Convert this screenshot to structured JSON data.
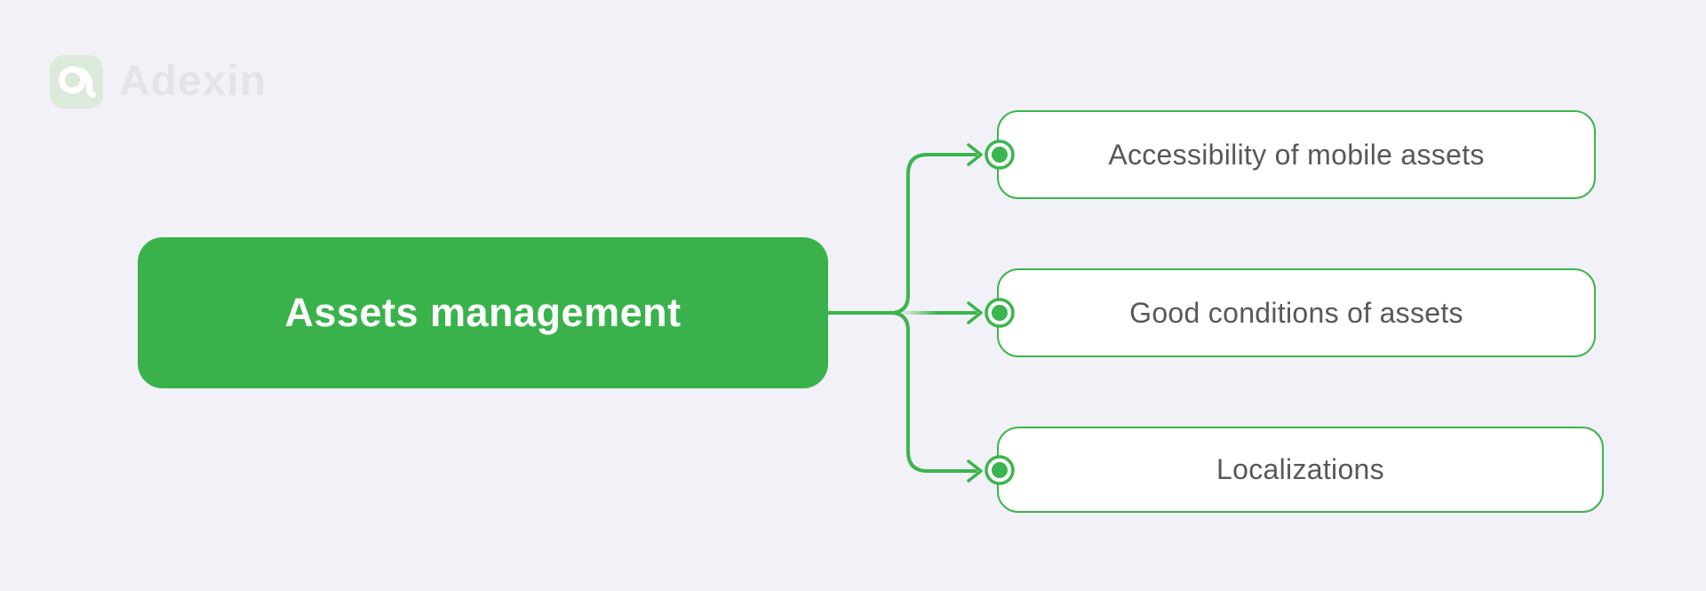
{
  "brand": {
    "logo_label": "Adexin"
  },
  "diagram": {
    "root": {
      "label": "Assets management"
    },
    "children": [
      {
        "label": "Accessibility of mobile assets"
      },
      {
        "label": "Good conditions of assets"
      },
      {
        "label": "Localizations"
      }
    ]
  },
  "icons": {
    "logo": "adexin-a-mark",
    "arrows": "arrow-right-icon",
    "bullets": "radio-bullet-icon"
  },
  "colors": {
    "background": "#F1F1F7",
    "green": "#3BB54D",
    "root_fill": "#3AB24C",
    "root_text": "#FFFFFF",
    "child_text": "#57585B",
    "child_fill": "#FFFFFF",
    "logo_tile": "#DBEADB",
    "brand_text": "#E3E3E8"
  }
}
